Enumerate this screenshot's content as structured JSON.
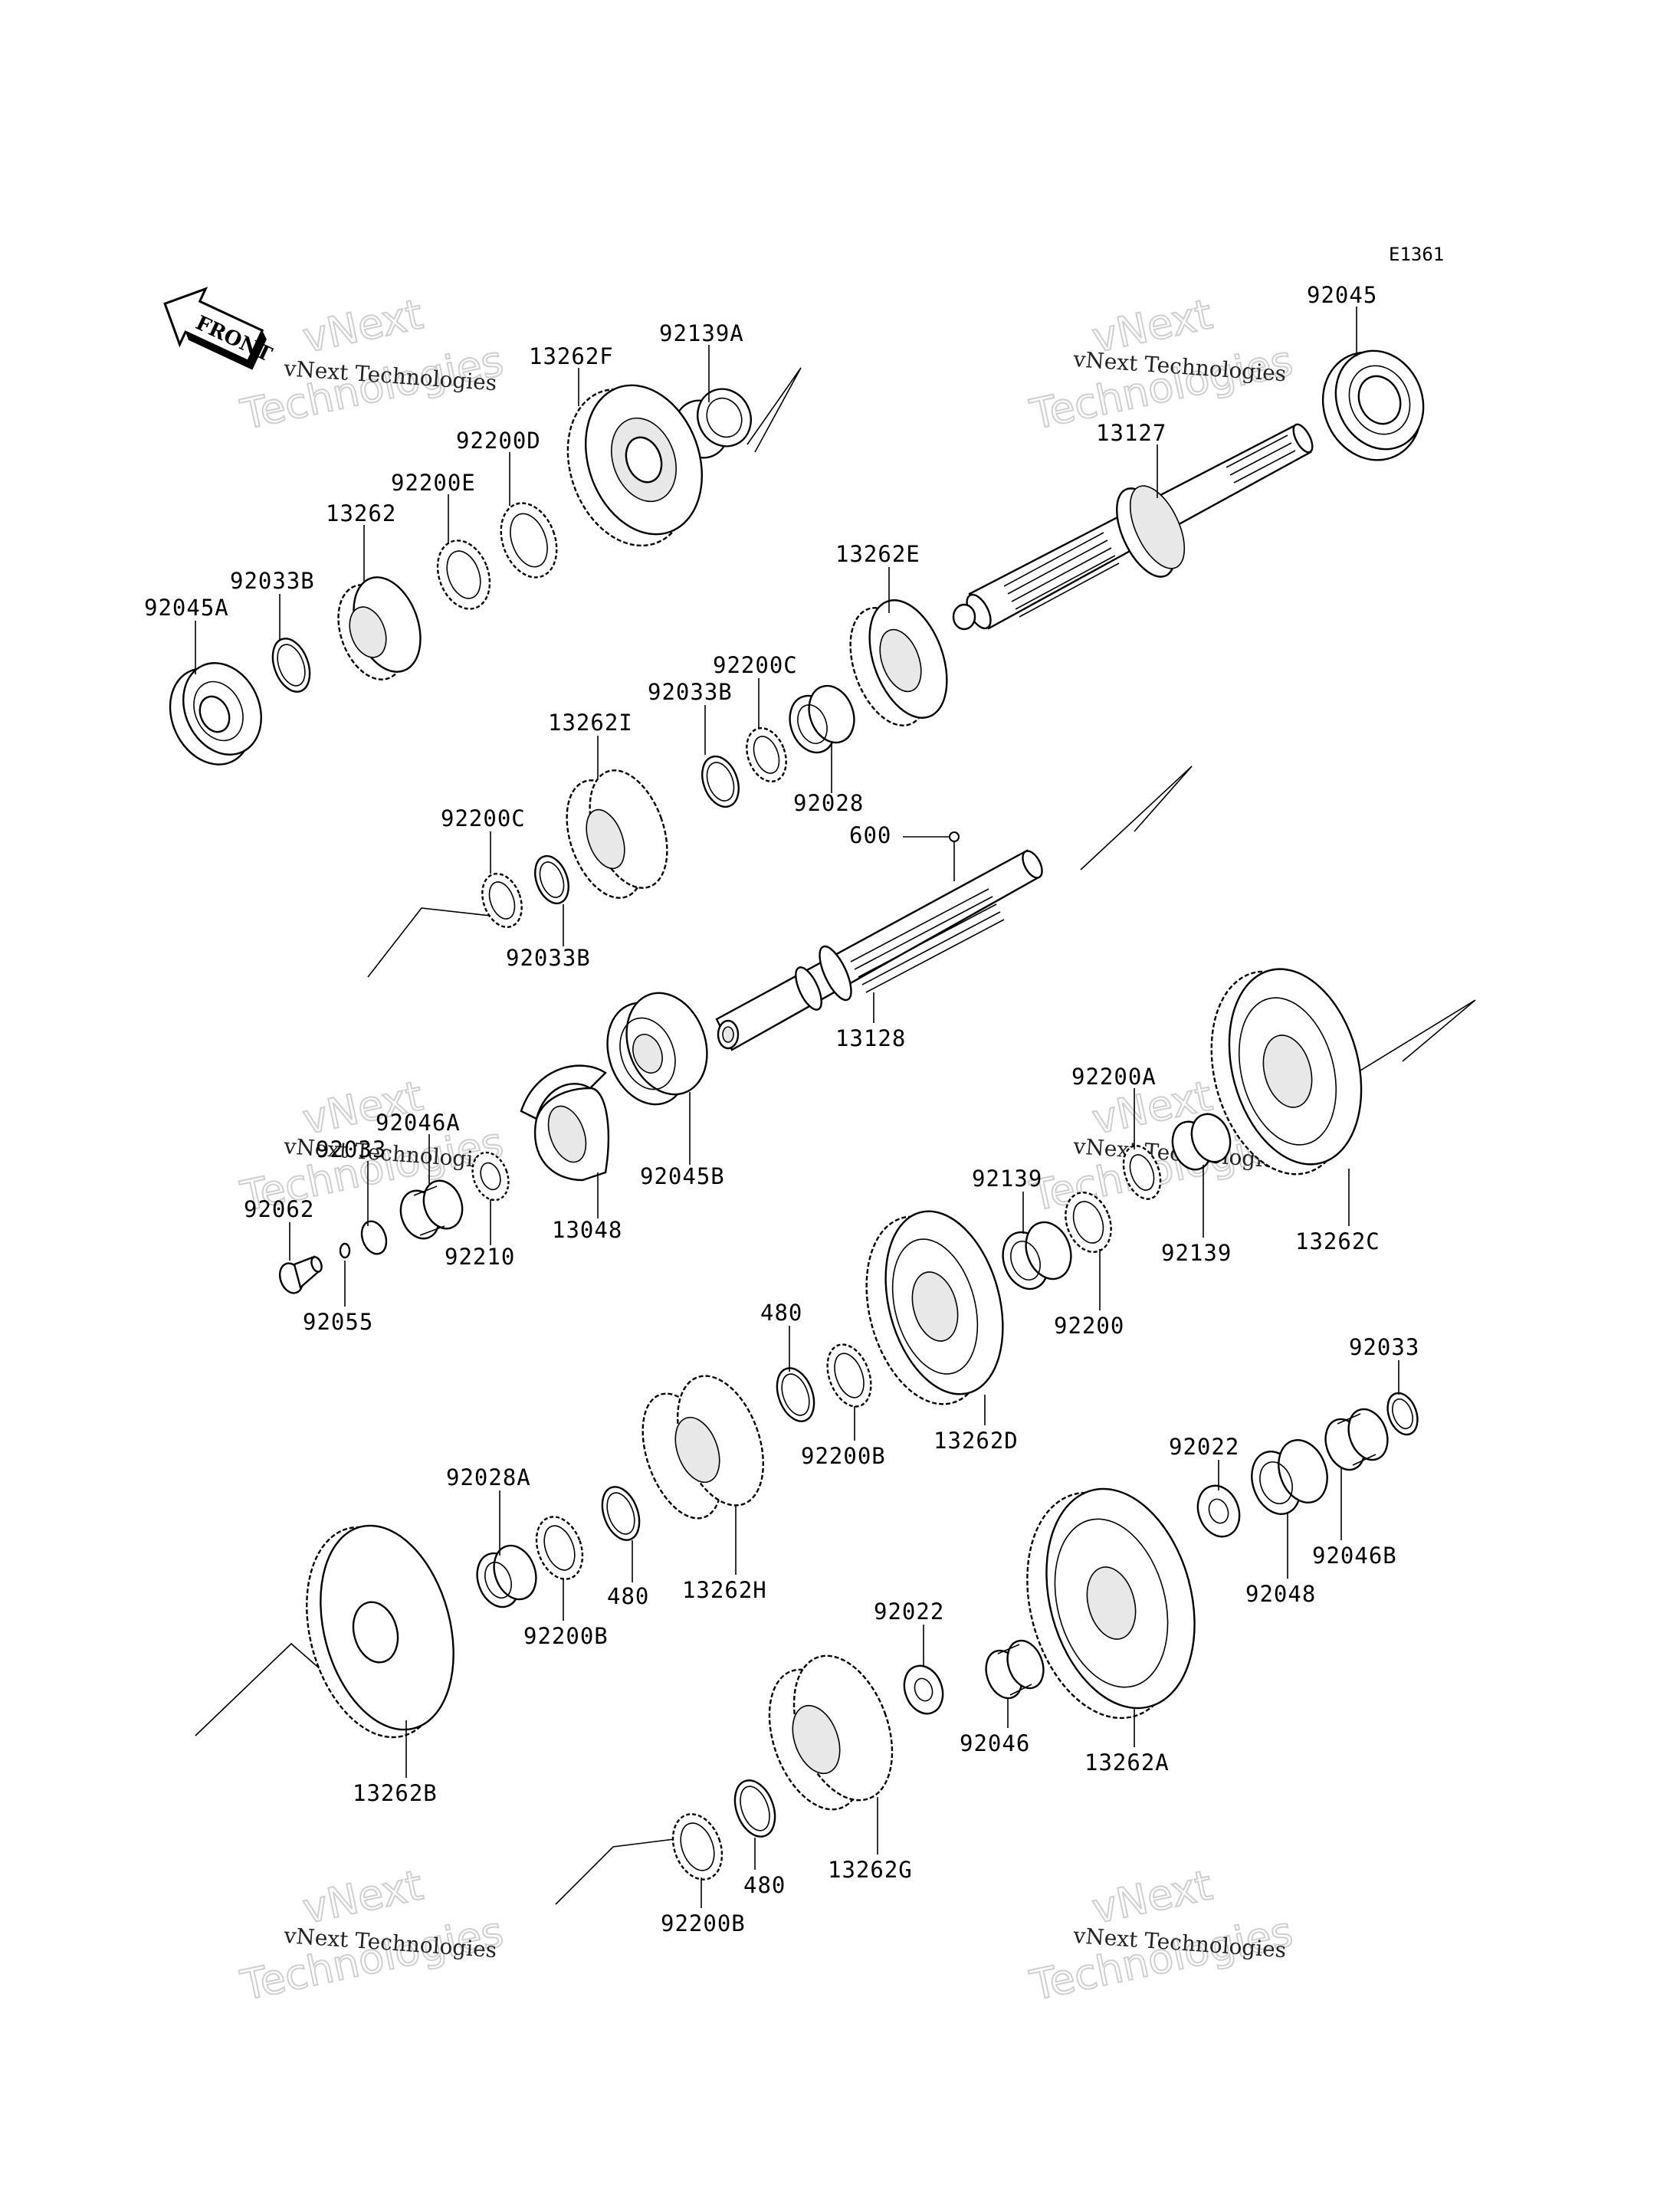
{
  "diagram_code": "E1361",
  "front_label": "FRONT",
  "watermark": {
    "small": "vNext Technologies",
    "big_line1": "vNext",
    "big_line2": "Technologies"
  },
  "part_labels": [
    {
      "id": "92045",
      "text": "92045"
    },
    {
      "id": "92139A",
      "text": "92139A"
    },
    {
      "id": "13262F",
      "text": "13262F"
    },
    {
      "id": "13127",
      "text": "13127"
    },
    {
      "id": "92200D",
      "text": "92200D"
    },
    {
      "id": "92200E",
      "text": "92200E"
    },
    {
      "id": "13262",
      "text": "13262"
    },
    {
      "id": "92033B-top",
      "text": "92033B"
    },
    {
      "id": "92045A",
      "text": "92045A"
    },
    {
      "id": "13262E",
      "text": "13262E"
    },
    {
      "id": "92200C-top",
      "text": "92200C"
    },
    {
      "id": "92033B-mid",
      "text": "92033B"
    },
    {
      "id": "13262I",
      "text": "13262I"
    },
    {
      "id": "92028",
      "text": "92028"
    },
    {
      "id": "600",
      "text": "600"
    },
    {
      "id": "92200C-left",
      "text": "92200C"
    },
    {
      "id": "92033B-low",
      "text": "92033B"
    },
    {
      "id": "13128",
      "text": "13128"
    },
    {
      "id": "92046A",
      "text": "92046A"
    },
    {
      "id": "92033",
      "text": "92033"
    },
    {
      "id": "92062",
      "text": "92062"
    },
    {
      "id": "92045B",
      "text": "92045B"
    },
    {
      "id": "13048",
      "text": "13048"
    },
    {
      "id": "92210",
      "text": "92210"
    },
    {
      "id": "92055",
      "text": "92055"
    },
    {
      "id": "92200A",
      "text": "92200A"
    },
    {
      "id": "92139-top",
      "text": "92139"
    },
    {
      "id": "92139-right",
      "text": "92139"
    },
    {
      "id": "13262C",
      "text": "13262C"
    },
    {
      "id": "92200",
      "text": "92200"
    },
    {
      "id": "480-top",
      "text": "480"
    },
    {
      "id": "92200B-top",
      "text": "92200B"
    },
    {
      "id": "13262D",
      "text": "13262D"
    },
    {
      "id": "92033-right",
      "text": "92033"
    },
    {
      "id": "92022-right",
      "text": "92022"
    },
    {
      "id": "92028A",
      "text": "92028A"
    },
    {
      "id": "92046B",
      "text": "92046B"
    },
    {
      "id": "92048",
      "text": "92048"
    },
    {
      "id": "480-mid",
      "text": "480"
    },
    {
      "id": "13262H",
      "text": "13262H"
    },
    {
      "id": "92200B-mid",
      "text": "92200B"
    },
    {
      "id": "92022-low",
      "text": "92022"
    },
    {
      "id": "92046",
      "text": "92046"
    },
    {
      "id": "13262A",
      "text": "13262A"
    },
    {
      "id": "13262B",
      "text": "13262B"
    },
    {
      "id": "480-low",
      "text": "480"
    },
    {
      "id": "13262G",
      "text": "13262G"
    },
    {
      "id": "92200B-low",
      "text": "92200B"
    }
  ]
}
